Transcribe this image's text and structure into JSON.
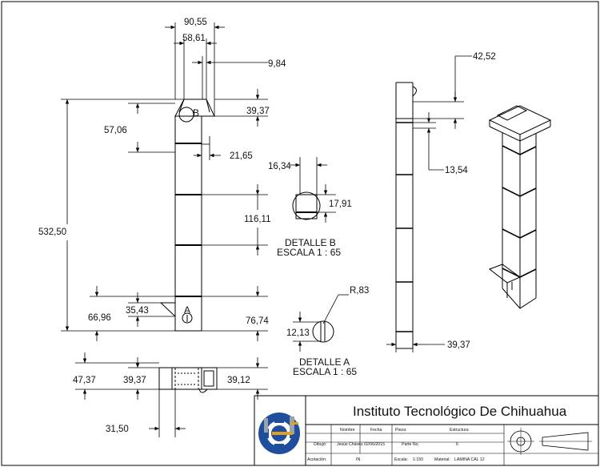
{
  "dimensions": {
    "d_90_55": "90,55",
    "d_58_61": "58,61",
    "d_9_84": "9,84",
    "d_39_37_top": "39,37",
    "d_57_06": "57,06",
    "d_21_65": "21,65",
    "d_532_50": "532,50",
    "d_116_11": "116,11",
    "d_35_43": "35,43",
    "d_66_96": "66,96",
    "d_76_74": "76,74",
    "d_47_37": "47,37",
    "d_39_37_bottom": "39,37",
    "d_39_12": "39,12",
    "d_31_50": "31,50",
    "d_42_52": "42,52",
    "d_13_54": "13,54",
    "d_39_37_side": "39,37",
    "d_16_34": "16,34",
    "d_17_91": "17,91",
    "d_r_83": "R,83",
    "d_12_13": "12,13"
  },
  "markers": {
    "b": "B",
    "a": "A"
  },
  "details": {
    "b_title": "DETALLE B",
    "b_scale": "ESCALA 1 : 65",
    "a_title": "DETALLE A",
    "a_scale": "ESCALA 1 : 65"
  },
  "title_block": {
    "institution": "Instituto Tecnológico De Chihuahua",
    "col_nombre": "Nombre",
    "col_fecha": "Fecha",
    "col_pieza": "Pieza:",
    "pieza_value": "Estructura",
    "dibujo_label": "Dibujó:",
    "dibujo_name": "Jesús Chávez",
    "dibujo_date": "02/06/2015",
    "parte_label": "Parte No.",
    "parte_value": "6",
    "acotacion_label": "Acotación:",
    "acotacion_value": "IN",
    "escala_label": "Escala:",
    "escala_value": "1:150",
    "material_label": "Material:",
    "material_value": "LAMINA CAL 12"
  },
  "colors": {
    "line": "#000000",
    "logo_blue": "#1f4e9c",
    "logo_gold": "#e0a21e",
    "logo_gray": "#9aa3ad"
  }
}
